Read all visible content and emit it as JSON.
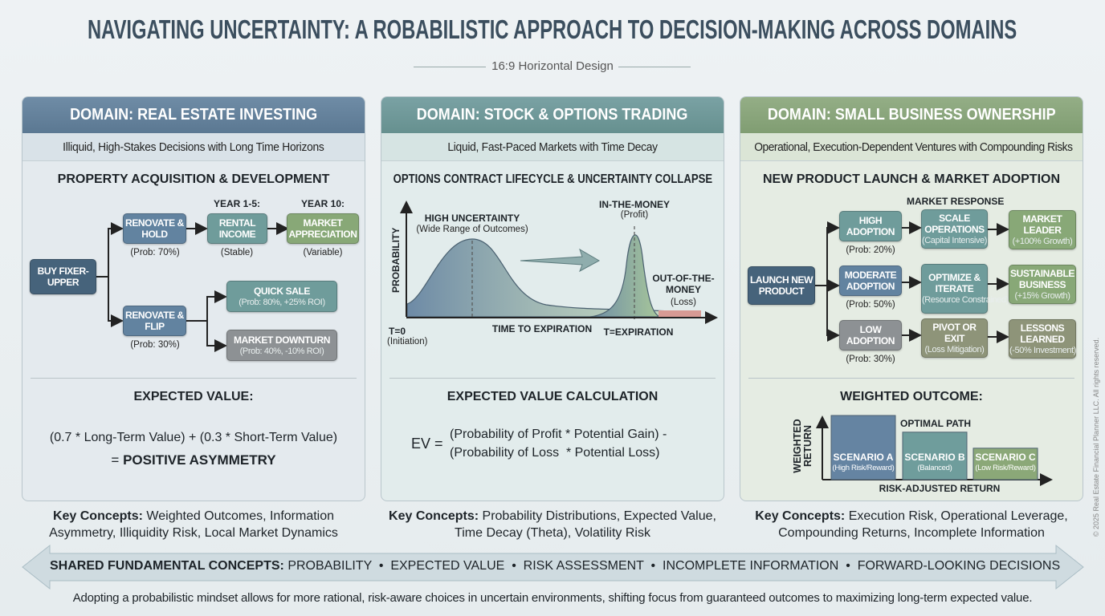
{
  "title": "NAVIGATING UNCERTAINTY: A ROBABILISTIC APPROACH TO DECISION-MAKING ACROSS DOMAINS",
  "subtitle": "16:9 Horizontal Design",
  "panels": [
    {
      "header": "DOMAIN: REAL ESTATE INVESTING",
      "subheader": "Illiquid, High-Stakes Decisions with Long Time Horizons",
      "section": "PROPERTY ACQUISITION & DEVELOPMENT",
      "tree": {
        "root": "BUY FIXER-UPPER",
        "hold": "RENOVATE & HOLD",
        "hold_prob": "(Prob: 70%)",
        "year1": "YEAR 1-5:",
        "rental": "RENTAL INCOME",
        "rental_note": "(Stable)",
        "year10": "YEAR 10:",
        "appreciation": "MARKET APPRECIATION",
        "appreciation_note": "(Variable)",
        "flip": "RENOVATE & FLIP",
        "flip_prob": "(Prob: 30%)",
        "quick": "QUICK SALE",
        "quick_note": "(Prob: 80%, +25% ROI)",
        "down": "MARKET DOWNTURN",
        "down_note": "(Prob: 40%, -10% ROI)"
      },
      "ev_title": "EXPECTED VALUE:",
      "ev_formula": "(0.7 * Long-Term Value) + (0.3 * Short-Term Value)",
      "ev_result_prefix": "= ",
      "ev_result": "POSITIVE ASYMMETRY",
      "key_label": "Key Concepts:",
      "key_text": " Weighted Outcomes, Information Asymmetry, Illiquidity Risk, Local Market Dynamics"
    },
    {
      "header": "DOMAIN: STOCK & OPTIONS TRADING",
      "subheader": "Liquid, Fast-Paced Markets with Time Decay",
      "section": "OPTIONS CONTRACT LIFECYCLE & UNCERTAINTY COLLAPSE",
      "chart": {
        "ylabel": "PROBABILITY",
        "xlabel": "TIME TO EXPIRATION",
        "high": "HIGH UNCERTAINTY",
        "high_note": "(Wide Range of Outcomes)",
        "itm": "IN-THE-MONEY",
        "itm_note": "(Profit)",
        "otm": "OUT-OF-THE-MONEY",
        "otm_note": "(Loss)",
        "t0": "T=0",
        "t0_note": "(Initiation)",
        "texp": "T=EXPIRATION"
      },
      "ev_title": "EXPECTED VALUE CALCULATION",
      "ev_lhs": "EV =",
      "ev_line1": "(Probability of Profit * Potential Gain) -",
      "ev_line2": "(Probability of Loss  * Potential Loss)",
      "key_label": "Key Concepts:",
      "key_text": " Probability Distributions, Expected Value, Time Decay (Theta), Volatility Risk"
    },
    {
      "header": "DOMAIN: SMALL BUSINESS OWNERSHIP",
      "subheader": "Operational, Execution-Dependent Ventures with Compounding Risks",
      "section": "NEW PRODUCT LAUNCH & MARKET ADOPTION",
      "tree": {
        "root": "LAUNCH NEW PRODUCT",
        "market_response": "MARKET RESPONSE",
        "rows": [
          {
            "adoption": "HIGH ADOPTION",
            "prob": "(Prob: 20%)",
            "action": "SCALE OPERATIONS",
            "action_note": "(Capital Intensive)",
            "result": "MARKET LEADER",
            "result_note": "(+100% Growth)"
          },
          {
            "adoption": "MODERATE ADOPTION",
            "prob": "(Prob: 50%)",
            "action": "OPTIMIZE & ITERATE",
            "action_note": "(Resource Constrained)",
            "result": "SUSTAINABLE BUSINESS",
            "result_note": "(+15% Growth)"
          },
          {
            "adoption": "LOW ADOPTION",
            "prob": "(Prob: 30%)",
            "action": "PIVOT OR EXIT",
            "action_note": "(Loss Mitigation)",
            "result": "LESSONS LEARNED",
            "result_note": "(-50% Investment)"
          }
        ]
      },
      "ev_title": "WEIGHTED OUTCOME:",
      "chart": {
        "ylabel": "WEIGHTED RETURN",
        "xlabel": "RISK-ADJUSTED RETURN",
        "optimal": "OPTIMAL PATH",
        "bars": [
          {
            "name": "SCENARIO A",
            "note": "(High Risk/Reward)",
            "value": 1.0
          },
          {
            "name": "SCENARIO B",
            "note": "(Balanced)",
            "value": 0.74
          },
          {
            "name": "SCENARIO C",
            "note": "(Low Risk/Reward)",
            "value": 0.49
          }
        ]
      },
      "key_label": "Key Concepts:",
      "key_text": " Execution Risk, Operational Leverage, Compounding Returns, Incomplete Information"
    }
  ],
  "shared": {
    "label": "SHARED FUNDAMENTAL CONCEPTS:",
    "items": "PROBABILITY  •  EXPECTED VALUE  •  RISK ASSESSMENT  •  INCOMPLETE INFORMATION  •  FORWARD-LOOKING DECISIONS"
  },
  "footer": "Adopting a probabilistic mindset allows for more rational, risk-aware choices in uncertain environments, shifting focus from guaranteed outcomes to maximizing long-term expected value.",
  "copyright": "© 2025 Real Estate Financial Planner LLC. All rights reserved."
}
